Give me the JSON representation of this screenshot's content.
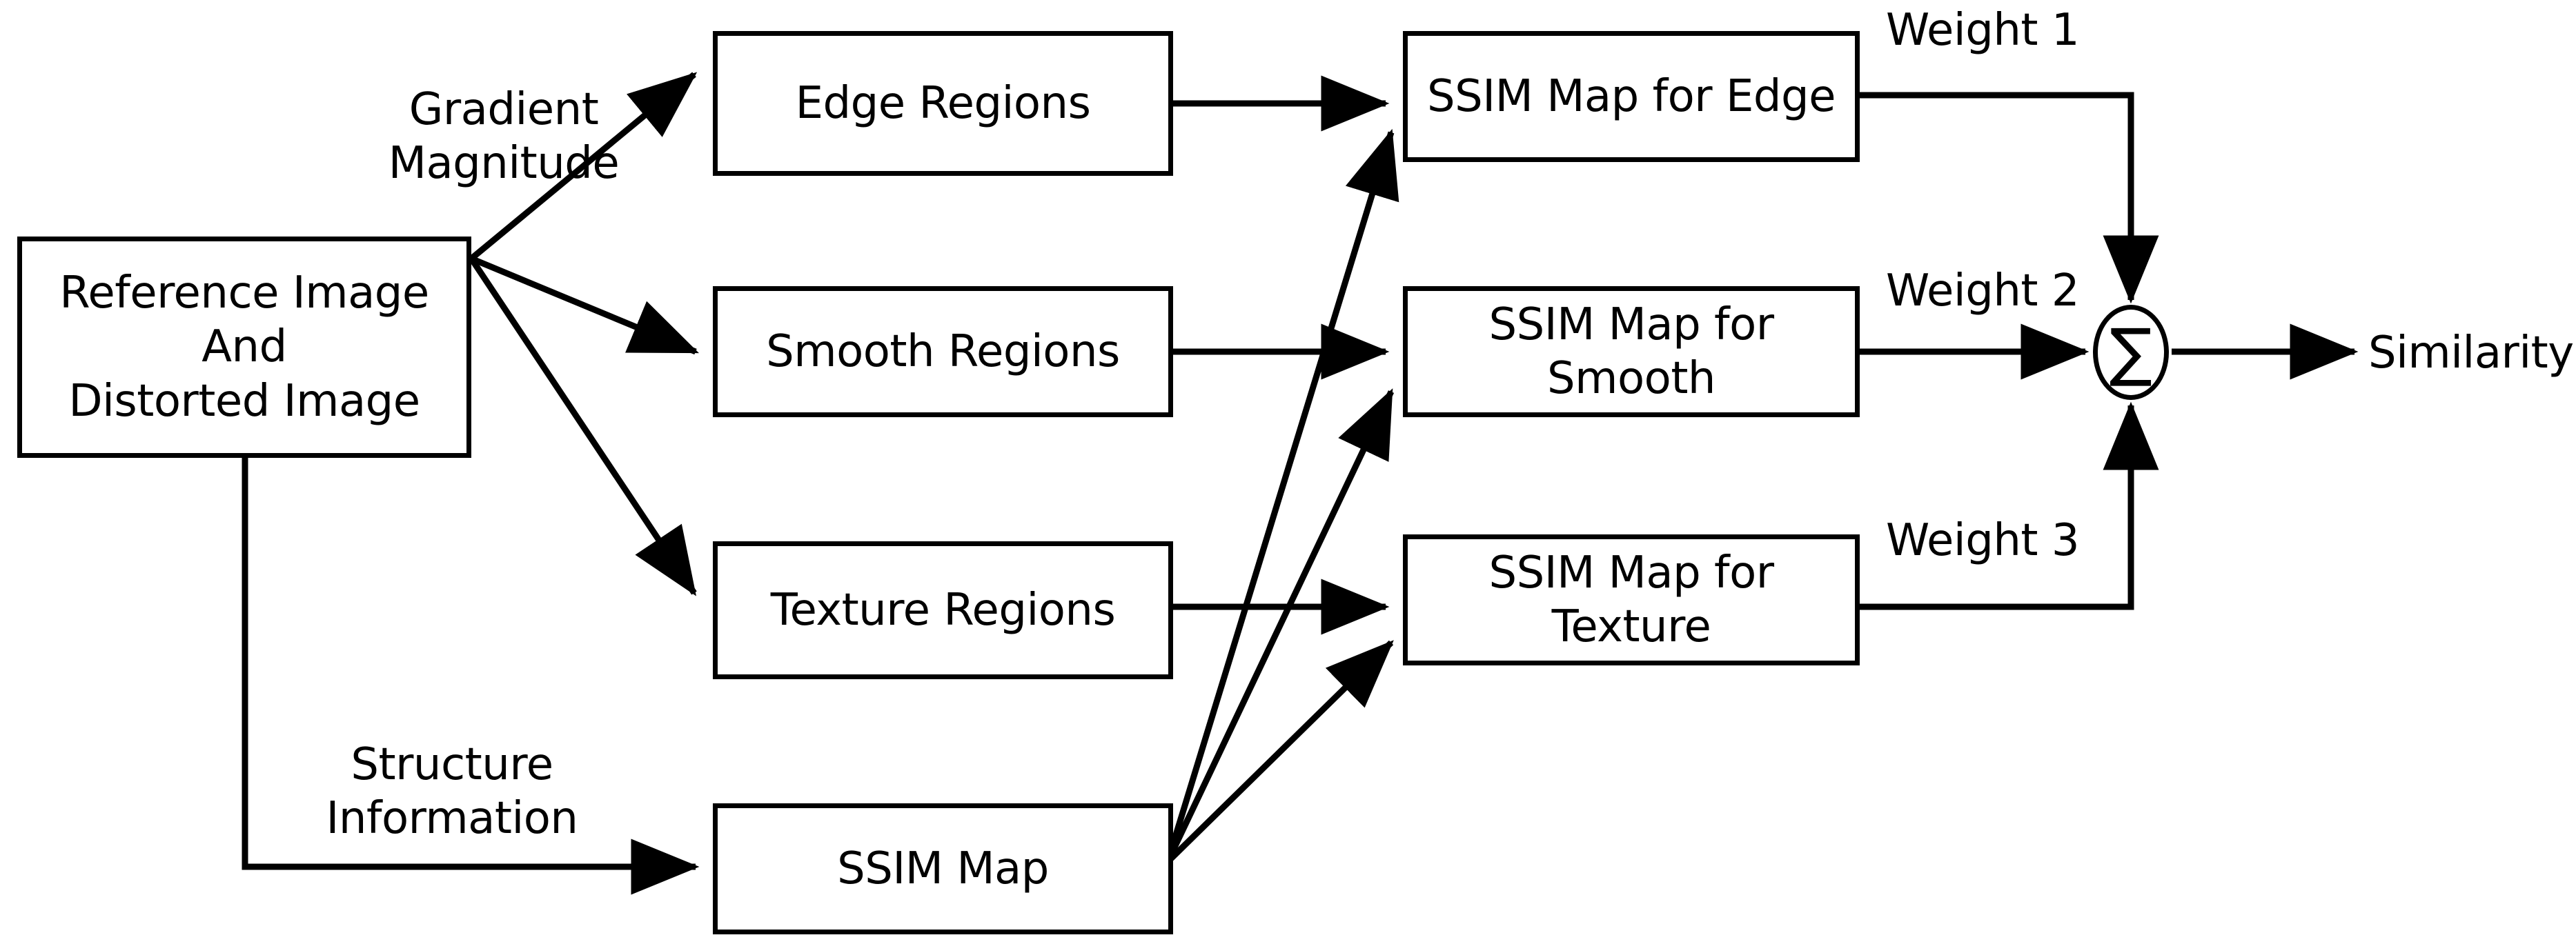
{
  "diagram": {
    "title": "Region-weighted SSIM similarity computation block diagram",
    "stroke_color": "#000000",
    "background_color": "#ffffff"
  },
  "nodes": {
    "input_box": {
      "label": "Reference Image\nAnd\nDistorted Image"
    },
    "edge_regions": {
      "label": "Edge Regions"
    },
    "smooth_regions": {
      "label": "Smooth Regions"
    },
    "texture_regions": {
      "label": "Texture Regions"
    },
    "ssim_map": {
      "label": "SSIM Map"
    },
    "ssim_map_edge": {
      "label": "SSIM Map for Edge"
    },
    "ssim_map_smooth": {
      "label": "SSIM Map for\nSmooth"
    },
    "ssim_map_texture": {
      "label": "SSIM Map for\nTexture"
    },
    "summation": {
      "symbol": "∑"
    }
  },
  "edge_labels": {
    "gradient_magnitude": "Gradient\nMagnitude",
    "structure_information": "Structure\nInformation",
    "weight_1": "Weight 1",
    "weight_2": "Weight 2",
    "weight_3": "Weight 3"
  },
  "outputs": {
    "similarity": "Similarity"
  }
}
